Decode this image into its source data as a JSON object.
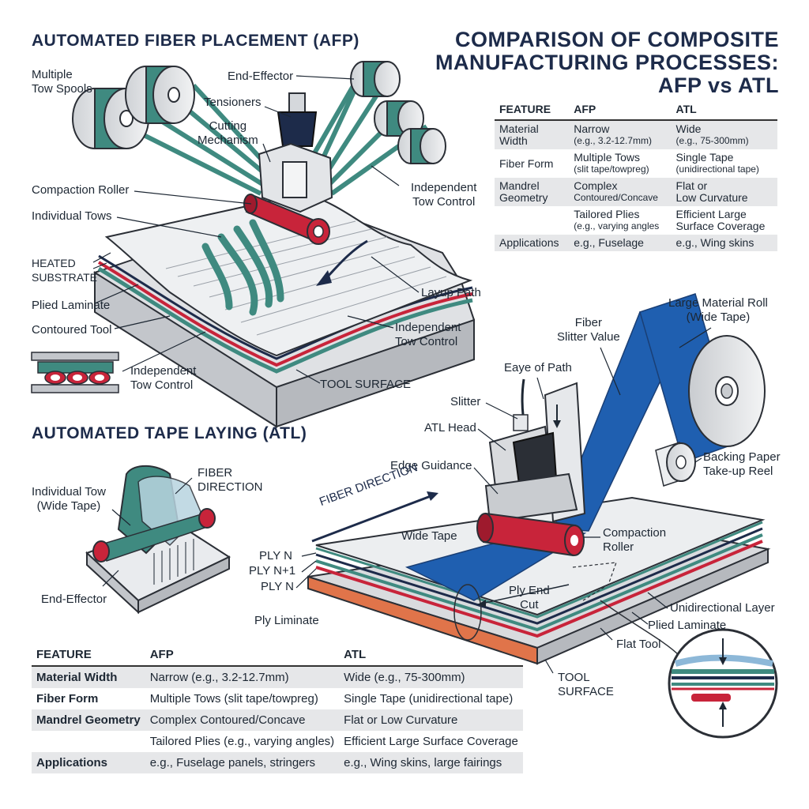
{
  "afp": {
    "title": "AUTOMATED FIBER PLACEMENT (AFP)",
    "labels": {
      "multiple_tow_spools": "Multiple\nTow Spools",
      "end_effector": "End-Effector",
      "tensioners": "Tensioners",
      "cutting_mechanism": "Cutting\nMechanism",
      "compaction_roller": "Compaction Roller",
      "individual_tows": "Individual Tows",
      "heated_substrate": "HEATED\nSUBSTRATE",
      "plied_laminate": "Plied Laminate",
      "contoured_tool": "Contoured Tool",
      "independent_tow_control_inset": "Independent\nTow Control",
      "independent_tow_control_right": "Independent\nTow Control",
      "independent_tow_control_lower": "Independent\nTow Control",
      "layup_path": "Layup Path",
      "tool_surface": "TOOL SURFACE"
    }
  },
  "comparison": {
    "title_line1": "COMPARISON OF COMPOSITE",
    "title_line2": "MANUFACTURING PROCESSES:",
    "title_line3": "AFP vs ATL",
    "headers": [
      "FEATURE",
      "AFP",
      "ATL"
    ],
    "rows": [
      {
        "feature": "Material\nWidth",
        "afp": "Narrow",
        "afp_sub": "(e.g., 3.2-12.7mm)",
        "atl": "Wide",
        "atl_sub": "(e.g., 75-300mm)"
      },
      {
        "feature": "Fiber Form",
        "afp": "Multiple Tows",
        "afp_sub": "(slit tape/towpreg)",
        "atl": "Single Tape",
        "atl_sub": "(unidirectional tape)"
      },
      {
        "feature": "Mandrel\nGeometry",
        "afp": "Complex",
        "afp_sub": "Contoured/Concave",
        "atl": "Flat or",
        "atl_sub": "Low Curvature"
      },
      {
        "feature": "",
        "afp": "Tailored Plies",
        "afp_sub": "(e.g., varying angles",
        "atl": "Efficient Large",
        "atl_sub": "Surface Coverage"
      },
      {
        "feature": "Applications",
        "afp": "e.g., Fuselage",
        "afp_sub": "",
        "atl": "e.g., Wing skins",
        "atl_sub": ""
      }
    ]
  },
  "atl": {
    "title": "AUTOMATED TAPE LAYING (ATL)",
    "labels": {
      "fiber_direction_small": "FIBER\nDIRECTION",
      "individual_tow_wide": "Individual Tow\n(Wide Tape)",
      "end_effector": "End-Effector",
      "large_material_roll": "Large Material Roll\n(Wide Tape)",
      "fiber_slitter_value": "Fiber\nSlitter Value",
      "edge_of_path": "Eaye of Path",
      "slitter": "Slitter",
      "atl_head": "ATL Head",
      "edge_guidance": "Edge Guidance",
      "backing_paper": "Backing Paper\nTake-up Reel",
      "fiber_direction": "FIBER DIRECTION",
      "wide_tape": "Wide Tape",
      "compaction_roller": "Compaction\nRoller",
      "ply_n": "PLY N",
      "ply_n1": "PLY N+1",
      "ply_n_b": "PLY N",
      "ply_end_cut": "Ply End\nCut",
      "unidirectional_layer": "Unidirectional Layer",
      "ply_laminate": "Ply Liminate",
      "plied_laminate": "Plied Laminate",
      "flat_tool": "Flat Tool",
      "tool_surface": "TOOL\nSURFACE"
    }
  },
  "bottom_table": {
    "headers": [
      "FEATURE",
      "AFP",
      "ATL"
    ],
    "rows": [
      {
        "feature": "Material Width",
        "afp": "Narrow (e.g., 3.2-12.7mm)",
        "atl": "Wide (e.g., 75-300mm)"
      },
      {
        "feature": "Fiber Form",
        "afp": "Multiple Tows (slit tape/towpreg)",
        "atl": "Single Tape (unidirectional tape)"
      },
      {
        "feature": "Mandrel Geometry",
        "afp": "Complex Contoured/Concave",
        "atl": "Flat or Low Curvature"
      },
      {
        "feature": "",
        "afp": "Tailored Plies (e.g., varying angles)",
        "atl": "Efficient Large Surface Coverage"
      },
      {
        "feature": "Applications",
        "afp": "e.g., Fuselage panels, stringers",
        "atl": "e.g., Wing skins, large fairings"
      }
    ]
  },
  "colors": {
    "navy": "#1d2b4a",
    "tow_teal": "#3f8a80",
    "roller_red": "#c8243a",
    "tape_blue": "#1f5fb0",
    "tool_gray": "#d9dbde"
  }
}
